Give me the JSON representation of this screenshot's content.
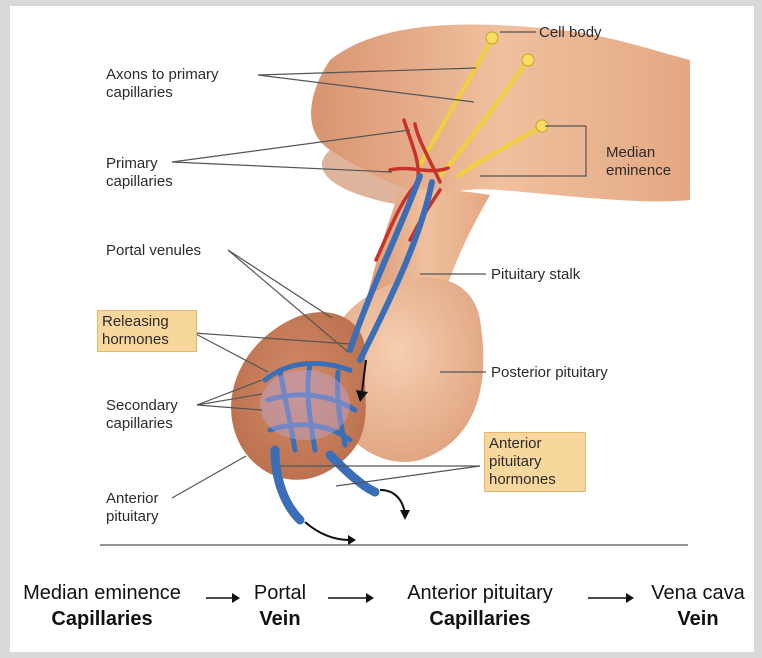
{
  "labels": {
    "cell_body": "Cell body",
    "axons_line1": "Axons to primary",
    "axons_line2": "capillaries",
    "primary_line1": "Primary",
    "primary_line2": "capillaries",
    "median_line1": "Median",
    "median_line2": "eminence",
    "portal_venules": "Portal venules",
    "pituitary_stalk": "Pituitary stalk",
    "releasing_line1": "Releasing",
    "releasing_line2": "hormones",
    "posterior_pituitary": "Posterior pituitary",
    "secondary_line1": "Secondary",
    "secondary_line2": "capillaries",
    "ant_horm_line1": "Anterior",
    "ant_horm_line2": "pituitary",
    "ant_horm_line3": "hormones",
    "anterior_line1": "Anterior",
    "anterior_line2": "pituitary"
  },
  "flow": [
    {
      "top": "Median eminence",
      "bottom": "Capillaries"
    },
    {
      "top": "Portal",
      "bottom": "Vein"
    },
    {
      "top": "Anterior pituitary",
      "bottom": "Capillaries"
    },
    {
      "top": "Vena cava",
      "bottom": "Vein"
    }
  ],
  "colors": {
    "tissue": "#e2a57e",
    "tissue_dark": "#c9825c",
    "vessel_blue": "#3a6fb8",
    "artery_red": "#c8322b",
    "neuron_yellow": "#f2cf3c",
    "label_box": "#f7d79c"
  }
}
